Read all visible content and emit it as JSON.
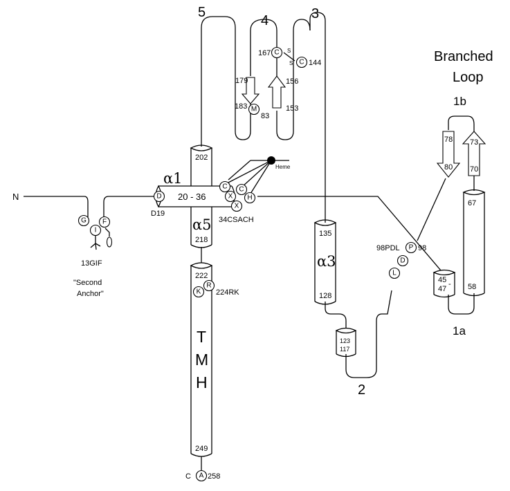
{
  "labels": {
    "loop5": "5",
    "loop4": "4",
    "loop3": "3",
    "loop2": "2",
    "loop1a": "1a",
    "loop1b": "1b",
    "branched_loop_line1": "Branched",
    "branched_loop_line2": "Loop",
    "n_term": "N",
    "c_term": "C",
    "heme": "Heme",
    "alpha1": "α1",
    "alpha5": "α5",
    "alpha3": "α3",
    "range_20_36": "20 - 36",
    "d19": "D19",
    "motif_34csach": "34CSACH",
    "motif_13gif": "13GIF",
    "second_anchor_line1": "\"Second",
    "second_anchor_line2": "Anchor\"",
    "motif_224rk": "224RK",
    "motif_98pdl": "98PDL",
    "tmh_t": "T",
    "tmh_m": "M",
    "tmh_h": "H",
    "num_202": "202",
    "num_218": "218",
    "num_222": "222",
    "num_249": "249",
    "num_258": "258",
    "num_135": "135",
    "num_128": "128",
    "num_123": "123",
    "num_117": "117",
    "num_45": "45",
    "num_dash": "-",
    "num_47": "47",
    "num_67": "67",
    "num_58": "58",
    "num_78": "78",
    "num_80": "80",
    "num_73": "73",
    "num_70": "70",
    "num_167": "167",
    "num_144": "144",
    "num_179": "179",
    "num_156": "156",
    "num_153": "153",
    "num_183": "183",
    "num_83": "83",
    "num_98": "98",
    "ss_top": "S",
    "ss_bottom": "S"
  },
  "residues": {
    "d19": "D",
    "c34": "C",
    "x35": "X",
    "c36": "C",
    "x37": "X",
    "h38": "H",
    "g13": "G",
    "i14": "I",
    "f15": "F",
    "k224": "K",
    "r225": "R",
    "a258": "A",
    "c167": "C",
    "c144": "C",
    "m183": "M",
    "p98": "P",
    "d99": "D",
    "l100": "L"
  }
}
